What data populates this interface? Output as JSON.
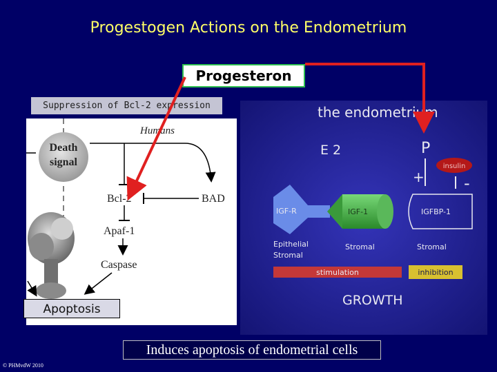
{
  "title": "Progestogen Actions on the Endometrium",
  "progesteron_label": "Progesteron",
  "suppression_label": "Suppression of Bcl-2 expression",
  "left_diagram": {
    "humans": "Humans",
    "death_signal_line1": "Death",
    "death_signal_line2": "signal",
    "bcl2": "Bcl-2",
    "bad": "BAD",
    "apaf1": "Apaf-1",
    "caspase": "Caspase"
  },
  "apoptosis_label": "Apoptosis",
  "right_diagram": {
    "header": "the  endometrium",
    "e2": "E 2",
    "p": "P",
    "insulin": "insulin",
    "plus": "+",
    "minus": "-",
    "igfr": "IGF-R",
    "igf1": "IGF-1",
    "igfbp1": "IGFBP-1",
    "epithelial_stromal_line1": "Epithelial",
    "epithelial_stromal_line2": "Stromal",
    "stromal_mid": "Stromal",
    "stromal_right": "Stromal",
    "stimulation": "stimulation",
    "inhibition": "inhibition",
    "growth": "GROWTH"
  },
  "caption": "Induces apoptosis of endometrial cells",
  "footer": "© PHMvdW 2010",
  "colors": {
    "background": "#000066",
    "title": "#ffff66",
    "arrow": "#e02020",
    "box_border": "#2fbf4f"
  }
}
